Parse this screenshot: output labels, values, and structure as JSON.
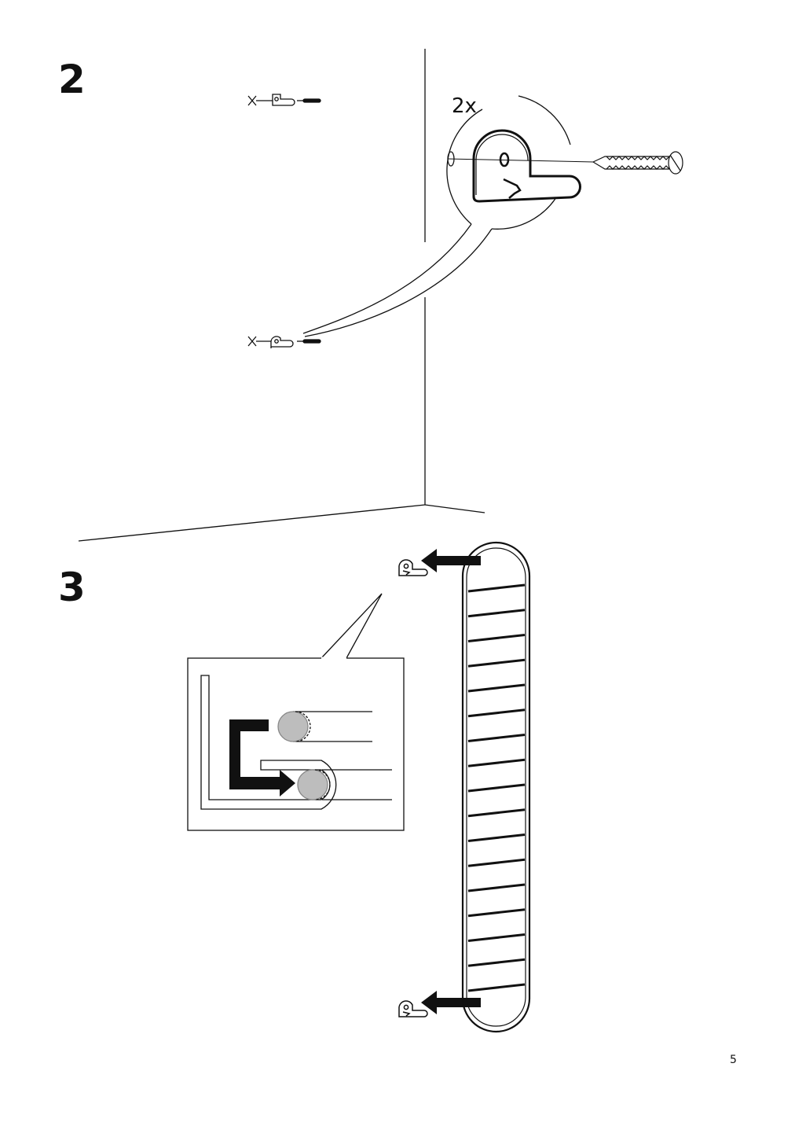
{
  "steps": {
    "step2": {
      "number": "2",
      "quantity": "2x"
    },
    "step3": {
      "number": "3"
    }
  },
  "footer": {
    "page_number": "5"
  },
  "colors": {
    "line": "#111111",
    "fill_gray": "#bdbdbd",
    "background": "#ffffff"
  }
}
